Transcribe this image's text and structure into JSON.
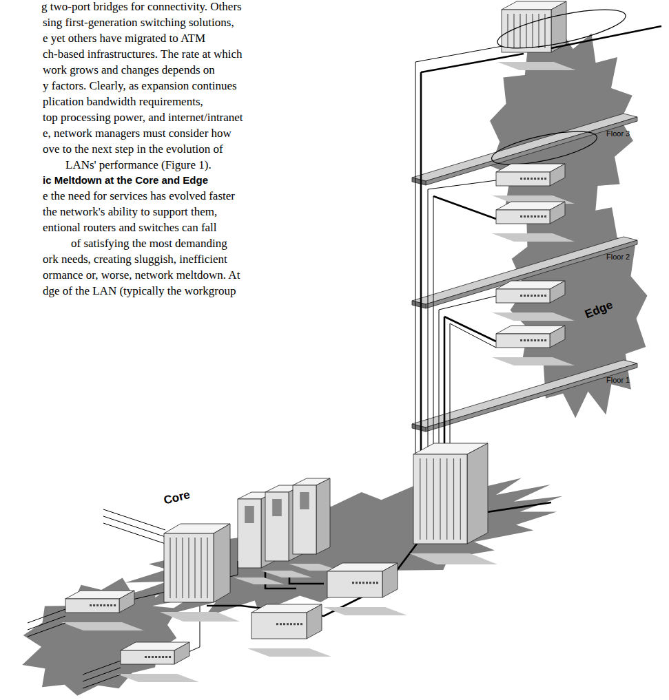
{
  "diagram": {
    "labels": [
      "g two-port bridges for connectivity. Others",
      "sing first-generation switching solutions,",
      "e yet others have migrated to ATM",
      "ch-based infrastructures. The rate at which",
      "work grows and changes depends on",
      "y factors. Clearly, as expansion continues",
      "plication bandwidth requirements,",
      "top processing power, and internet/intranet",
      "e, network managers must consider how",
      "ove to the next step in the evolution of",
      "LANs' performance (Figure 1).",
      "ic Meltdown at the Core and Edge",
      "e the need for services has evolved faster",
      "the network's ability to support them,",
      "entional routers and switches can fall",
      "of satisfying the most demanding",
      "ork needs, creating sluggish, inefficient",
      "ormance or, worse, network meltdown. At",
      "dge of the LAN (typically the workgroup",
      "Floor 3",
      "Floor 2",
      "Floor 1",
      "Edge",
      "Core"
    ]
  }
}
